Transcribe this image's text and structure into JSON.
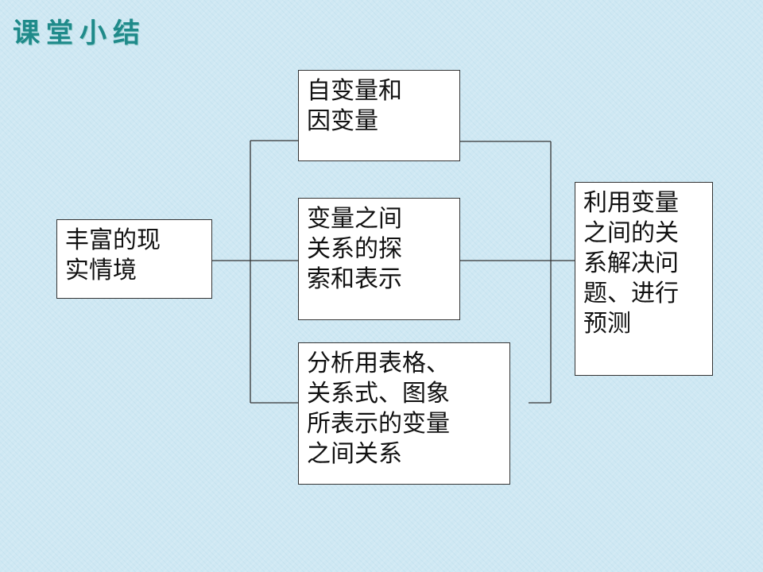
{
  "slide": {
    "title": "课堂小结"
  },
  "diagram": {
    "source": {
      "lines": [
        "丰富的现",
        "实情境"
      ]
    },
    "branches": [
      {
        "lines": [
          "自变量和",
          "因变量"
        ]
      },
      {
        "lines": [
          "变量之间",
          "关系的探",
          "索和表示"
        ]
      },
      {
        "lines": [
          "分析用表格、",
          "关系式、图象",
          "所表示的变量",
          "之间关系"
        ]
      }
    ],
    "target": {
      "lines": [
        "利用变量",
        "之间的关",
        "系解决问",
        "题、进行",
        "预测"
      ]
    }
  },
  "colors": {
    "title": "#1f8a8a",
    "background": "#cfe8f3",
    "box_fill": "#ffffff",
    "box_border": "#333333",
    "connector": "#333333"
  }
}
